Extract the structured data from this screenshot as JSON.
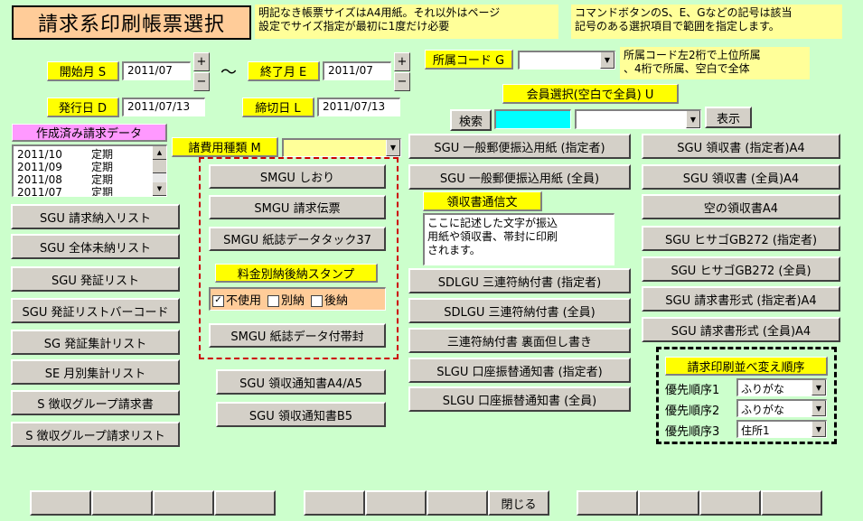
{
  "header": {
    "title": "請求系印刷帳票選択",
    "note1": [
      "明記なき帳票サイズはA4用紙。それ以外はページ",
      "設定でサイズ指定が最初に1度だけ必要"
    ],
    "note2": [
      "コマンドボタンのS、E、Gなどの記号は該当",
      "記号のある選択項目で範囲を指定します。"
    ]
  },
  "period": {
    "start_label": "開始月 S",
    "start_value": "2011/07",
    "tilde": "〜",
    "end_label": "終了月 E",
    "end_value": "2011/07",
    "issue_label": "発行日 D",
    "issue_value": "2011/07/13",
    "close_label": "締切日 L",
    "close_value": "2011/07/13",
    "plus": "+",
    "minus": "−"
  },
  "affiliation": {
    "label": "所属コード G",
    "value": "",
    "note": [
      "所属コード左2桁で上位所属",
      "、4桁で所属、空白で全体"
    ]
  },
  "member": {
    "label": "会員選択(空白で全員) U",
    "search_button": "検索",
    "search_value": "",
    "combo_value": "",
    "show_button": "表示"
  },
  "created_data": {
    "label": "作成済み請求データ",
    "rows": [
      {
        "month": "2011/10",
        "type": "定期"
      },
      {
        "month": "2011/09",
        "type": "定期"
      },
      {
        "month": "2011/08",
        "type": "定期"
      },
      {
        "month": "2011/07",
        "type": "定期"
      }
    ]
  },
  "fee_type": {
    "label": "諸費用種類 M",
    "value": ""
  },
  "left_buttons": [
    "SGU 請求納入リスト",
    "SGU 全体未納リスト",
    "SGU 発証リスト",
    "SGU 発証リストバーコード",
    "SG 発証集計リスト",
    "SE 月別集計リスト",
    "S 徴収グループ請求書",
    "S 徴収グループ請求リスト"
  ],
  "smgu_buttons": [
    "SMGU しおり",
    "SMGU 請求伝票",
    "SMGU 紙誌データタック37",
    "SMGU 紙誌データ付帯封"
  ],
  "stamp": {
    "label": "料金別納後納スタンプ",
    "options": [
      {
        "label": "不使用",
        "checked": true
      },
      {
        "label": "別納",
        "checked": false
      },
      {
        "label": "後納",
        "checked": false
      }
    ],
    "check_mark": "✓"
  },
  "receipt_notice_buttons": [
    "SGU 領収通知書A4/A5",
    "SGU 領収通知書B5"
  ],
  "middle_buttons_top": [
    "SGU 一般郵便振込用紙 (指定者)",
    "SGU 一般郵便振込用紙 (全員)"
  ],
  "receipt_message": {
    "label": "領収書通信文",
    "text": [
      "ここに記述した文字が振込",
      "用紙や領収書、帯封に印刷",
      "されます。"
    ]
  },
  "middle_buttons_bottom": [
    "SDLGU 三連符納付書 (指定者)",
    "SDLGU 三連符納付書 (全員)",
    "三連符納付書 裏面但し書き",
    "SLGU 口座振替通知書 (指定者)",
    "SLGU 口座振替通知書 (全員)"
  ],
  "right_buttons": [
    "SGU 領収書 (指定者)A4",
    "SGU 領収書 (全員)A4",
    "空の領収書A4",
    "SGU ヒサゴGB272 (指定者)",
    "SGU ヒサゴGB272 (全員)",
    "SGU 請求書形式 (指定者)A4",
    "SGU 請求書形式 (全員)A4"
  ],
  "sort": {
    "label": "請求印刷並べ変え順序",
    "rows": [
      {
        "label": "優先順序1",
        "value": "ふりがな"
      },
      {
        "label": "優先順序2",
        "value": "ふりがな"
      },
      {
        "label": "優先順序3",
        "value": "住所1"
      }
    ]
  },
  "footer": {
    "close_button": "閉じる"
  },
  "colors": {
    "background": "#ccffcc",
    "label": "#ffff00",
    "note": "#ffff99",
    "tab": "#ff99ff",
    "title": "#ffcc99",
    "accent_cyan": "#00ffff",
    "dashed": "#cc0000"
  }
}
